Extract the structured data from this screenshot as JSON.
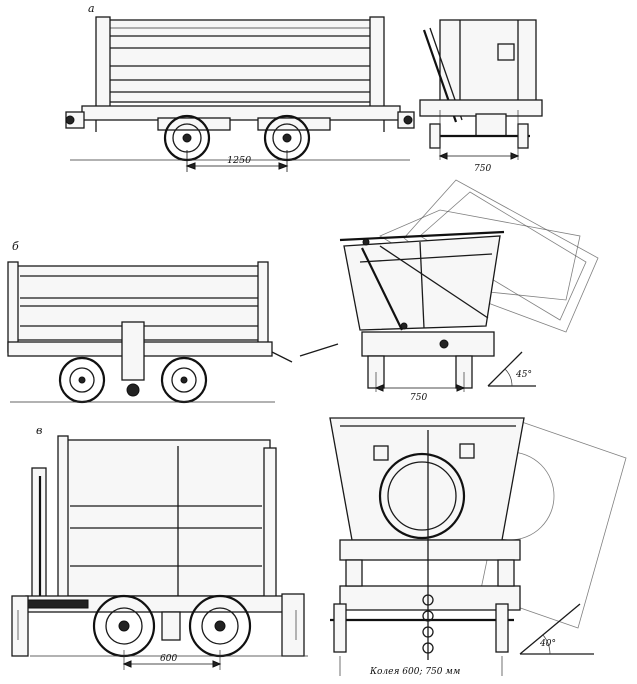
{
  "labels": {
    "view_a": "а",
    "view_b": "б",
    "view_c": "в"
  },
  "dimensions": {
    "wheelbase_a": "1250",
    "gauge_a": "750",
    "gauge_b": "750",
    "wheelbase_c": "600",
    "gauge_c": "Колея 600; 750 мм"
  },
  "angles": {
    "tip_b": "45°",
    "tip_c": "40°"
  }
}
